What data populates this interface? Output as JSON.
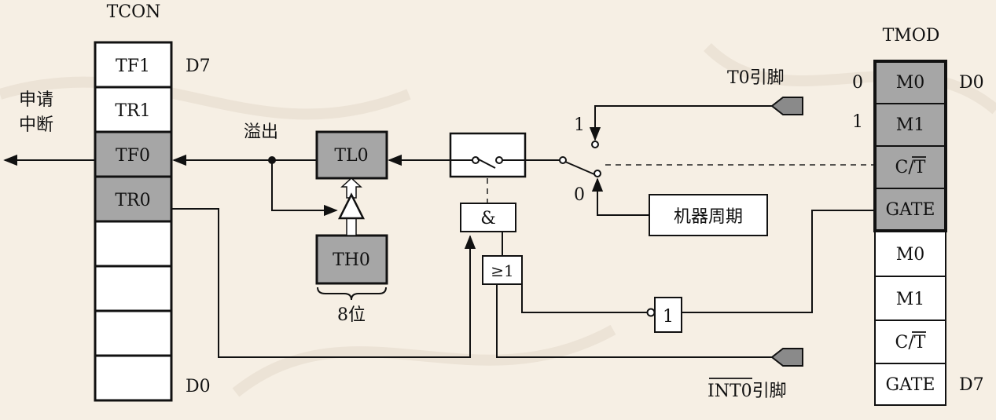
{
  "tcon": {
    "title": "TCON",
    "cells": [
      "TF1",
      "TR1",
      "TF0",
      "TR0",
      "",
      "",
      "",
      ""
    ],
    "top_bit": "D7",
    "bottom_bit": "D0"
  },
  "tmod": {
    "title": "TMOD",
    "cells": [
      "M0",
      "M1",
      "C/T",
      "GATE",
      "M0",
      "M1",
      "C/T",
      "GATE"
    ],
    "top_bit": "D0",
    "bottom_bit": "D7",
    "bit_values": [
      "0",
      "1"
    ]
  },
  "labels": {
    "interrupt_line1": "申请",
    "interrupt_line2": "中断",
    "overflow": "溢出",
    "tl0": "TL0",
    "th0": "TH0",
    "eight_bit": "8位",
    "t0_pin": "T0引脚",
    "int0_pin": "INT0引脚",
    "machine_cycle": "机器周期",
    "switch_1": "1",
    "switch_0": "0",
    "and_gate": "&",
    "or_gate": "≥1",
    "not_gate": "1"
  },
  "colors": {
    "highlight": "#a6a6a6",
    "background": "#f6efe4",
    "line": "#111111"
  }
}
